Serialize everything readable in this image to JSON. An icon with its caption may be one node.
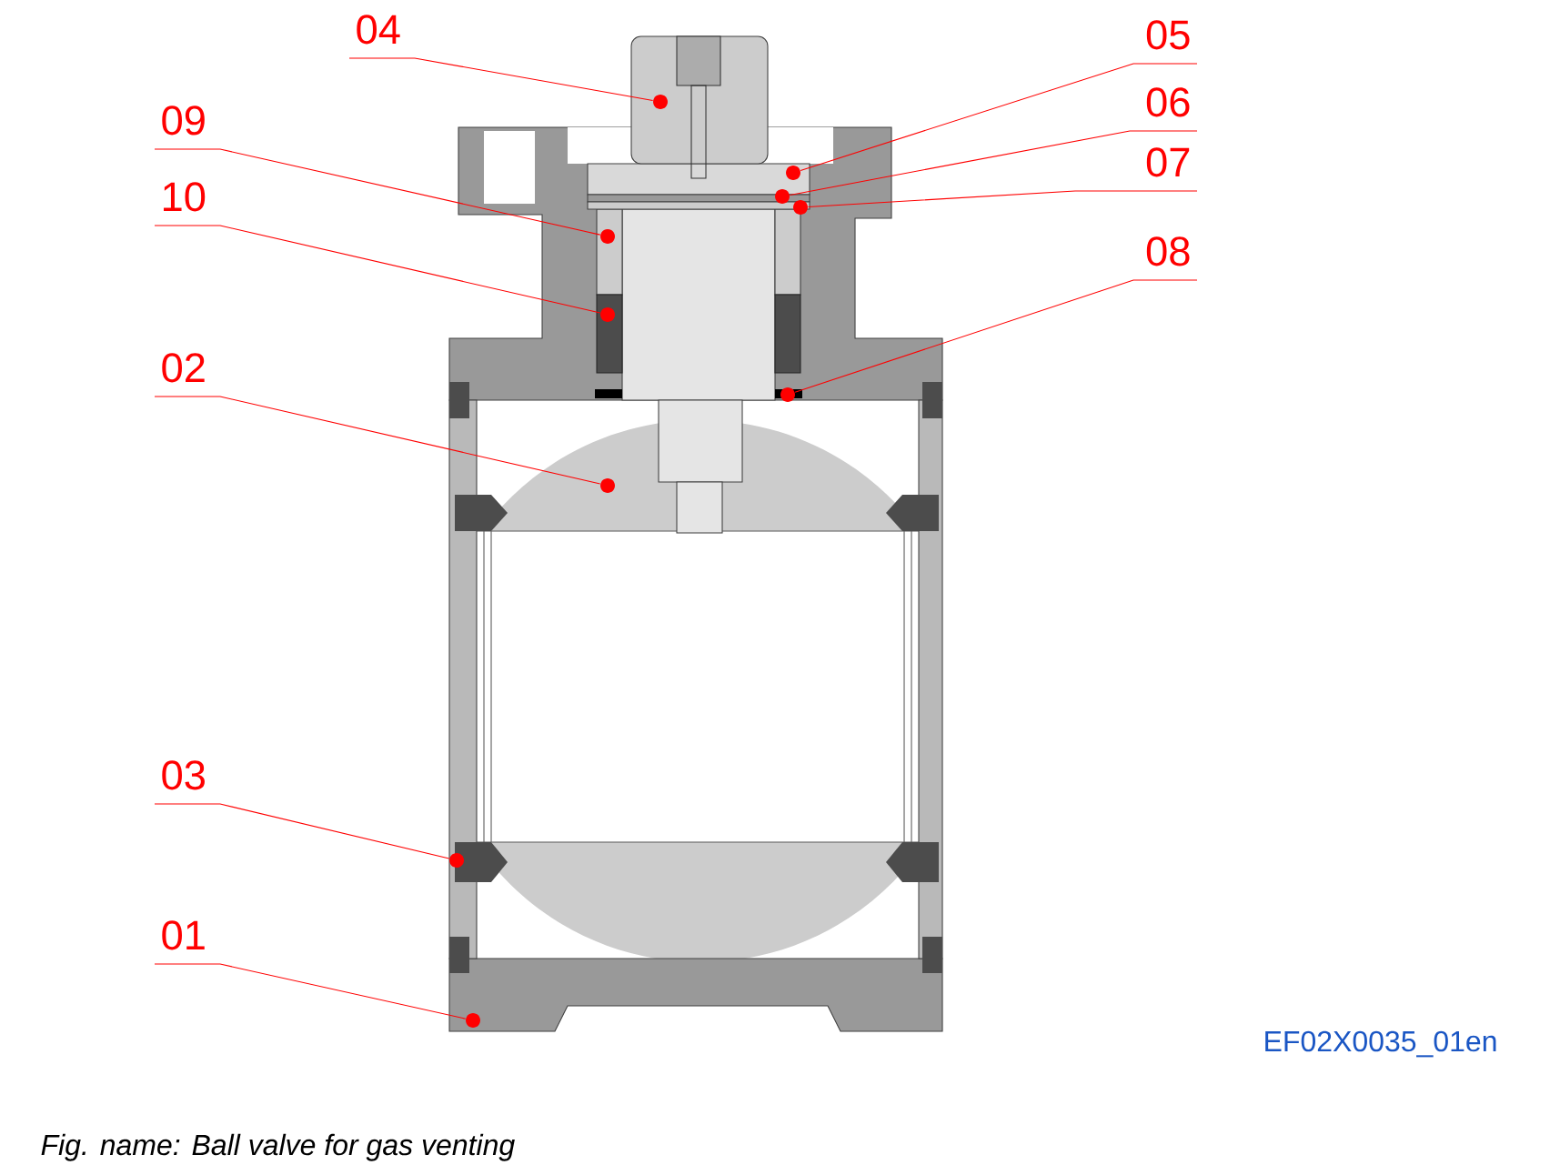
{
  "diagram": {
    "caption": "Fig. name: Ball valve for gas venting",
    "nodes": [
      {
        "text": [
          "04"
        ]
      },
      {
        "text": [
          "05"
        ]
      },
      {
        "text": [
          "06"
        ]
      },
      {
        "text": [
          "09"
        ]
      },
      {
        "text": [
          "07"
        ]
      },
      {
        "text": [
          "10"
        ]
      },
      {
        "text": [
          "08"
        ]
      },
      {
        "text": [
          "02"
        ]
      },
      {
        "text": [
          "03"
        ]
      },
      {
        "text": [
          "01"
        ]
      },
      {
        "text": [],
        "shape": "circle"
      },
      {
        "text": [],
        "shape": "circle"
      },
      {
        "text": [],
        "shape": "circle"
      },
      {
        "text": [],
        "shape": "circle"
      },
      {
        "text": [],
        "shape": "circle"
      },
      {
        "text": [],
        "shape": "circle"
      },
      {
        "text": [],
        "shape": "circle"
      },
      {
        "text": [],
        "shape": "circle"
      },
      {
        "text": [],
        "shape": "circle"
      },
      {
        "text": [],
        "shape": "circle"
      }
    ],
    "edges": [
      {
        "from": 0,
        "to": 10,
        "arrow": "none"
      },
      {
        "from": 1,
        "to": 11,
        "arrow": "none"
      },
      {
        "from": 2,
        "to": 12,
        "arrow": "none"
      },
      {
        "from": 3,
        "to": 14,
        "arrow": "none"
      },
      {
        "from": 4,
        "to": 13,
        "arrow": "none"
      },
      {
        "from": 5,
        "to": 15,
        "arrow": "none"
      },
      {
        "from": 6,
        "to": 16,
        "arrow": "none"
      },
      {
        "from": 7,
        "to": 17,
        "arrow": "none"
      },
      {
        "from": 8,
        "to": 18,
        "arrow": "none"
      },
      {
        "from": 9,
        "to": 19,
        "arrow": "none"
      }
    ],
    "labels": [
      "EF02X0035_01en"
    ]
  }
}
